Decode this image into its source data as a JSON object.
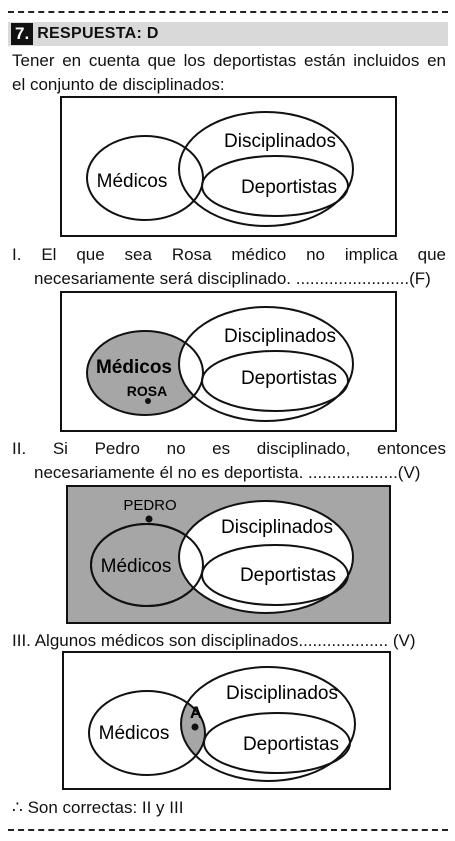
{
  "header": {
    "number": "7.",
    "title": "RESPUESTA: D"
  },
  "intro": {
    "line1": "Tener en cuenta que los deportistas están incluidos en",
    "line2": "el conjunto de disciplinados:"
  },
  "labels": {
    "medicos": "Médicos",
    "disciplinados": "Disciplinados",
    "deportistas": "Deportistas",
    "rosa": "ROSA",
    "pedro": "PEDRO",
    "a": "A"
  },
  "items": [
    {
      "roman": "I.",
      "line1": "El que sea Rosa médico no implica que",
      "line2": "necesariamente será disciplinado. ........................(F)"
    },
    {
      "roman": "II.",
      "line1": "Si Pedro no es disciplinado, entonces",
      "line2": "necesariamente él no es deportista. ...................(V)"
    },
    {
      "roman": "III.",
      "line1": "Algunos médicos son disciplinados................... (V)"
    }
  ],
  "conclusion": {
    "symbol": "∴",
    "text": "Son correctas: II y III"
  },
  "colors": {
    "shade": "#a6a6a6"
  }
}
